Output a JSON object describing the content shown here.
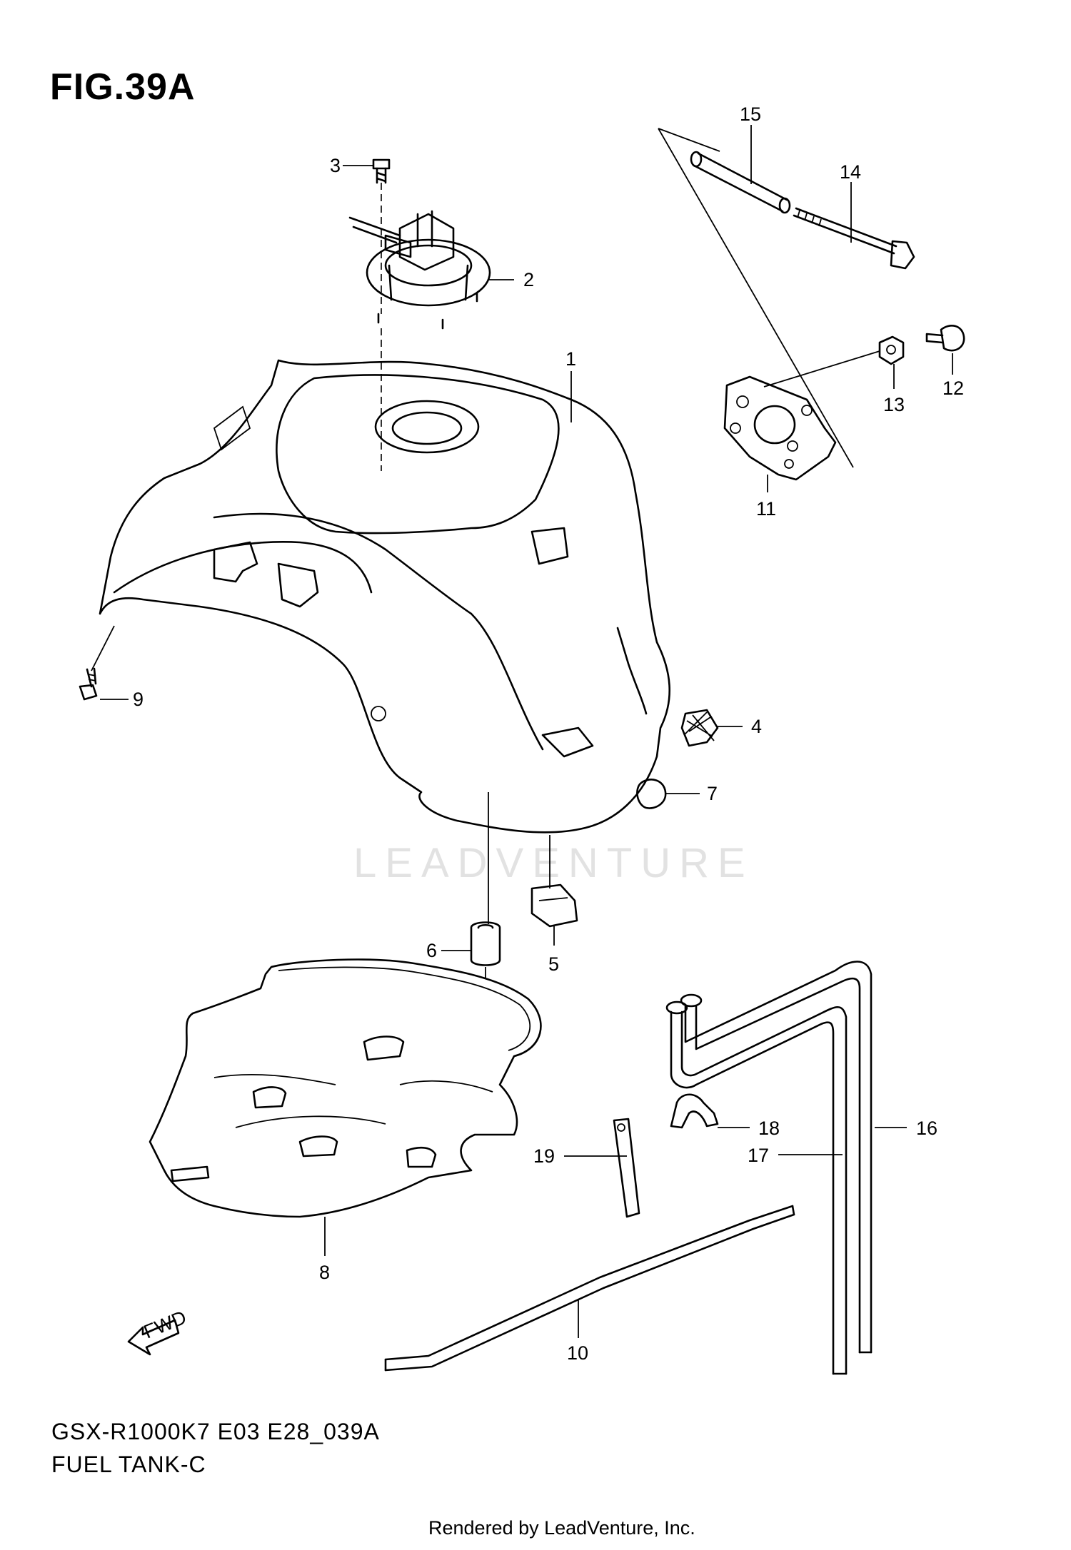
{
  "figure": {
    "title": "FIG.39A",
    "model_code": "GSX-R1000K7 E03 E28_039A",
    "name": "FUEL TANK-C",
    "footer": "Rendered by LeadVenture, Inc.",
    "watermark": "LEADVENTURE",
    "direction_label": "FWD"
  },
  "callouts": [
    "1",
    "2",
    "3",
    "4",
    "5",
    "6",
    "7",
    "8",
    "9",
    "10",
    "11",
    "12",
    "13",
    "14",
    "15",
    "16",
    "17",
    "18",
    "19"
  ]
}
